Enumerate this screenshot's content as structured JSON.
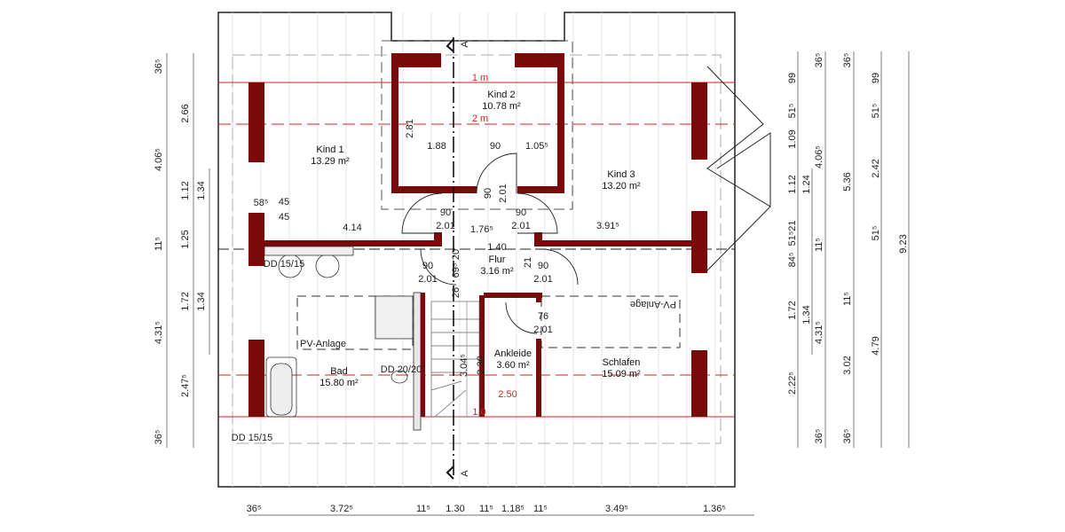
{
  "colors": {
    "wall": "#7a0a0a",
    "eave_line": "#d62020",
    "line": "#222222",
    "background": "#ffffff"
  },
  "section_marker": "A",
  "rooms": [
    {
      "name": "Kind 1",
      "area": "13.29 m²"
    },
    {
      "name": "Kind 2",
      "area": "10.78 m²"
    },
    {
      "name": "Kind 3",
      "area": "13.20 m²"
    },
    {
      "name": "Flur",
      "area": "3.16 m²"
    },
    {
      "name": "Bad",
      "area": "15.80 m²"
    },
    {
      "name": "Ankleide",
      "area": "3.60 m²"
    },
    {
      "name": "Schlafen",
      "area": "15.09 m²"
    }
  ],
  "annotations": {
    "height_1m": "1 m",
    "height_2m": "2 m",
    "pv_left": "PV-Anlage",
    "pv_right": "PV-Anlage",
    "dd_1": "DD 15/15",
    "dd_2": "DD 15/15",
    "dd_3": "DD 20/20",
    "stair_red": "2.50",
    "stair_red2": "1.0"
  },
  "interior_dims": [
    "2.81",
    "1.88",
    "90",
    "1.05⁵",
    "90",
    "2.01",
    "58⁵",
    "45",
    "45",
    "4.14",
    "90",
    "2.01",
    "1.76⁵",
    "90",
    "2.01",
    "1.40",
    "3.91⁵",
    "90",
    "2.01",
    "90",
    "2.01",
    "76",
    "2.01",
    "3.04⁵",
    "2.30",
    "26",
    "69⁵",
    "20",
    "21"
  ],
  "dims_left": {
    "outer": [
      "36⁵",
      "4.06⁵",
      "11⁵",
      "4.31⁵",
      "36⁵"
    ],
    "middle": [
      "2.66",
      "1.12",
      "1.25",
      "1.72",
      "2.47⁵"
    ],
    "inner": [
      "1.34",
      "1.34"
    ]
  },
  "dims_right": {
    "col1": [
      "99",
      "51⁵",
      "1.09",
      "1.12",
      "51⁵21",
      "84⁵",
      "1.72",
      "2.22⁵"
    ],
    "col2": [
      "1.24",
      "1.34"
    ],
    "col3": [
      "36⁵",
      "4.06⁵",
      "11⁵",
      "4.31⁵",
      "36⁵"
    ],
    "col4": [
      "36⁵",
      "5.36",
      "11⁵",
      "3.02",
      "36⁵"
    ],
    "col5": [
      "99",
      "51⁵",
      "2.42",
      "51⁵",
      "4.79"
    ],
    "col6": [
      "9.23"
    ]
  },
  "dims_bottom": [
    "36⁵",
    "3.72⁵",
    "11⁵",
    "1.30",
    "11⁵",
    "1.18⁵",
    "11⁵",
    "3.49⁵",
    "1.36⁵"
  ]
}
